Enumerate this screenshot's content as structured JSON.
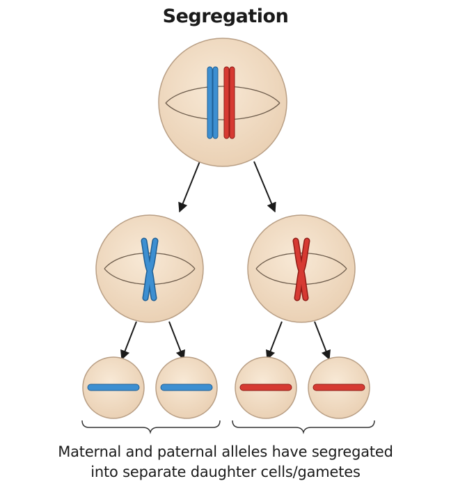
{
  "title": "Segregation",
  "caption_line1": "Maternal and paternal alleles have segregated",
  "caption_line2": "into separate daughter cells/gametes",
  "colors": {
    "cell_fill": "#f1dcc3",
    "cell_stroke": "#b89e84",
    "maternal_chromosome": "#3d8fd1",
    "paternal_chromosome": "#d63a32",
    "arrow": "#1a1a1a"
  },
  "cells": [
    {
      "name": "parent-cell",
      "level": "parent",
      "chromosomes": [
        "maternal",
        "paternal"
      ]
    },
    {
      "name": "daughter-cell-left",
      "level": "meiosis-I",
      "chromosomes": [
        "maternal"
      ]
    },
    {
      "name": "daughter-cell-right",
      "level": "meiosis-I",
      "chromosomes": [
        "paternal"
      ]
    },
    {
      "name": "gamete-1",
      "level": "meiosis-II",
      "chromosomes": [
        "maternal"
      ]
    },
    {
      "name": "gamete-2",
      "level": "meiosis-II",
      "chromosomes": [
        "maternal"
      ]
    },
    {
      "name": "gamete-3",
      "level": "meiosis-II",
      "chromosomes": [
        "paternal"
      ]
    },
    {
      "name": "gamete-4",
      "level": "meiosis-II",
      "chromosomes": [
        "paternal"
      ]
    }
  ]
}
